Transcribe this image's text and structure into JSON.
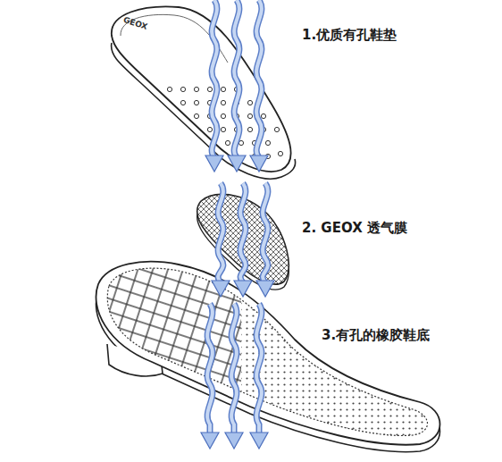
{
  "diagram": {
    "labels": [
      "GEOX",
      "1.优质有孔鞋垫",
      "2. GEOX 透气膜",
      "3.有孔的橡胶鞋底"
    ]
  }
}
